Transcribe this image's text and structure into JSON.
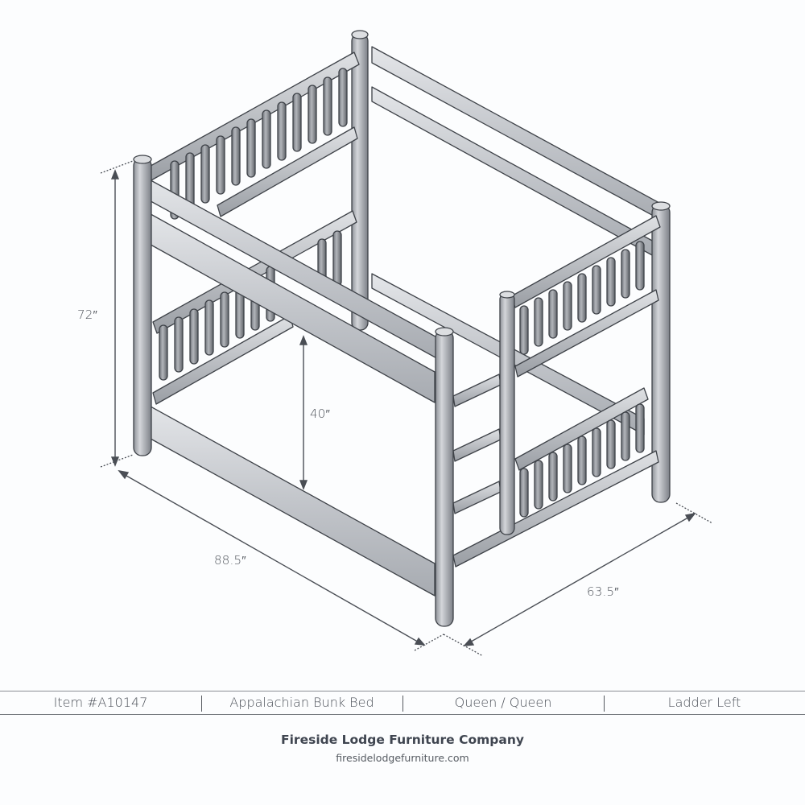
{
  "drawing": {
    "subject": "bunk-bed-isometric-line-drawing",
    "dimensions": {
      "overall_height": "72″",
      "bunk_clearance": "40″",
      "length": "88.5″",
      "width": "63.5″"
    }
  },
  "spec_bar": {
    "item_number": "Item #A10147",
    "product_name": "Appalachian Bunk Bed",
    "size": "Queen / Queen",
    "ladder": "Ladder Left"
  },
  "footer": {
    "company": "Fireside Lodge Furniture Company",
    "website": "firesidelodgefurniture.com"
  },
  "colors": {
    "background": "#fcfdfe",
    "wood_fill": "#b9bcc1",
    "wood_stroke": "#3e4248",
    "text": "#4c5159"
  }
}
